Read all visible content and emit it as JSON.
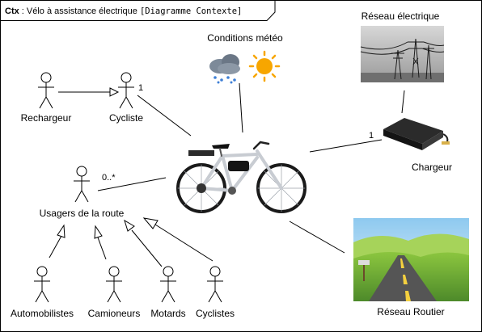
{
  "frame": {
    "keyword": "Ctx",
    "title": " : Vélo à assistance électrique ",
    "stereotype": "[Diagramme Contexte]"
  },
  "actors": {
    "rechargeur": "Rechargeur",
    "cycliste": "Cycliste",
    "usagers": "Usagers de la route",
    "automobilistes": "Automobilistes",
    "camioneurs": "Camioneurs",
    "motards": "Motards",
    "cyclistes": "Cyclistes"
  },
  "blocks": {
    "meteo": "Conditions météo",
    "reseau_electrique": "Réseau électrique",
    "chargeur": "Chargeur",
    "reseau_routier": "Réseau Routier"
  },
  "multiplicities": {
    "cycliste": "1",
    "chargeur": "1",
    "usagers": "0..*"
  },
  "icons": {
    "meteo": [
      "rain-cloud-icon",
      "sun-icon"
    ],
    "reseau_electrique": "power-pylons-icon",
    "chargeur": "battery-charger-icon",
    "reseau_routier": "road-landscape-icon",
    "system": "electric-bicycle-icon"
  },
  "colors": {
    "sun": "#f7a600",
    "cloud": "#7d8a99",
    "rain": "#3d7fd6",
    "bike_frame": "#c8ccd2",
    "grass": "#6aa83a",
    "road": "#555555"
  }
}
